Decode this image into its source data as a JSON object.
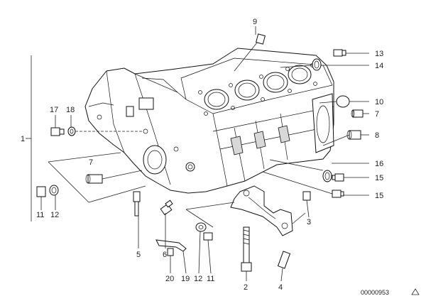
{
  "diagram": {
    "reference_number": "00000953",
    "callouts": {
      "c1": "1",
      "c2": "2",
      "c3": "3",
      "c4": "4",
      "c5": "5",
      "c6": "6",
      "c7a": "7",
      "c7b": "7",
      "c8": "8",
      "c9": "9",
      "c10": "10",
      "c11a": "11",
      "c11b": "11",
      "c12a": "12",
      "c12b": "12",
      "c13": "13",
      "c14": "14",
      "c15a": "15",
      "c15b": "15",
      "c16": "16",
      "c17": "17",
      "c18": "18",
      "c19": "19",
      "c20": "20"
    }
  }
}
